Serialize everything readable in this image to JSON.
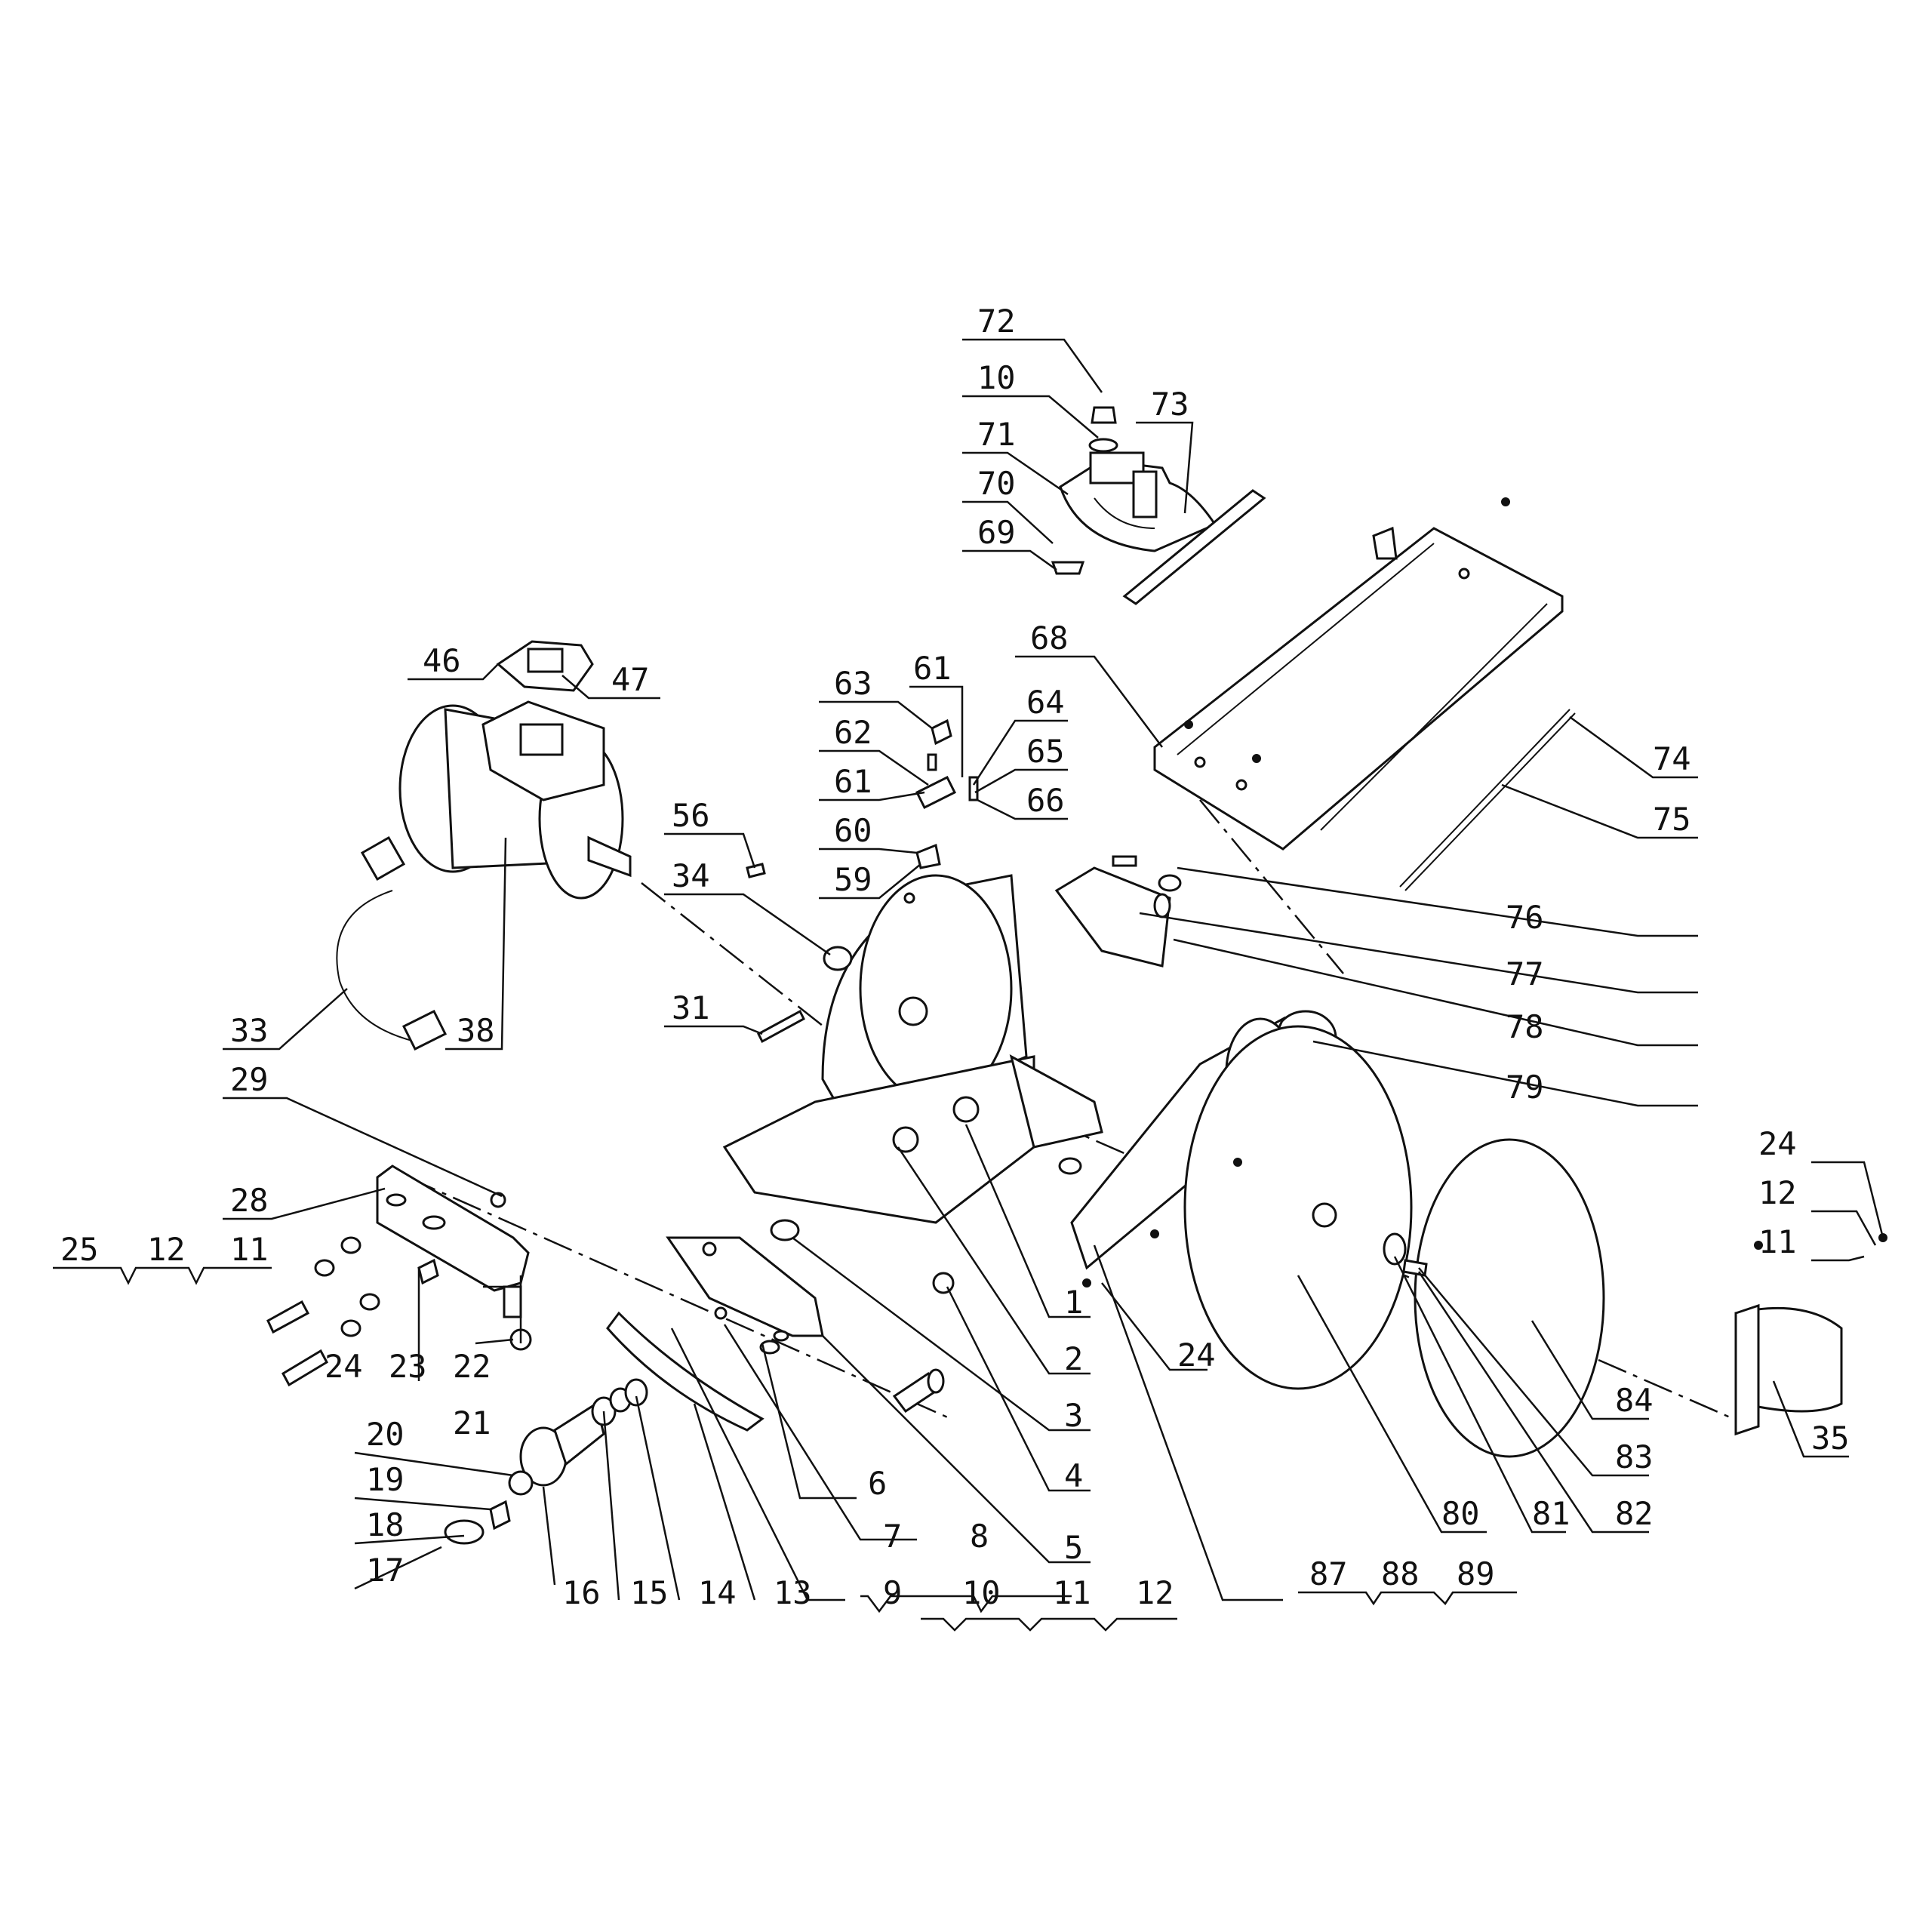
{
  "callouts": [
    "72",
    "10",
    "71",
    "70",
    "69",
    "73",
    "46",
    "47",
    "68",
    "63",
    "61",
    "62",
    "61",
    "60",
    "59",
    "64",
    "65",
    "66",
    "74",
    "75",
    "76",
    "77",
    "78",
    "79",
    "56",
    "34",
    "31",
    "33",
    "38",
    "29",
    "28",
    "25",
    "12",
    "11",
    "24",
    "23",
    "22",
    "21",
    "20",
    "19",
    "18",
    "17",
    "16",
    "15",
    "14",
    "13",
    "9",
    "10",
    "11",
    "12",
    "6",
    "7",
    "8",
    "5",
    "4",
    "3",
    "2",
    "1",
    "24",
    "87",
    "88",
    "89",
    "80",
    "81",
    "82",
    "83",
    "84",
    "24",
    "12",
    "11",
    "35"
  ]
}
